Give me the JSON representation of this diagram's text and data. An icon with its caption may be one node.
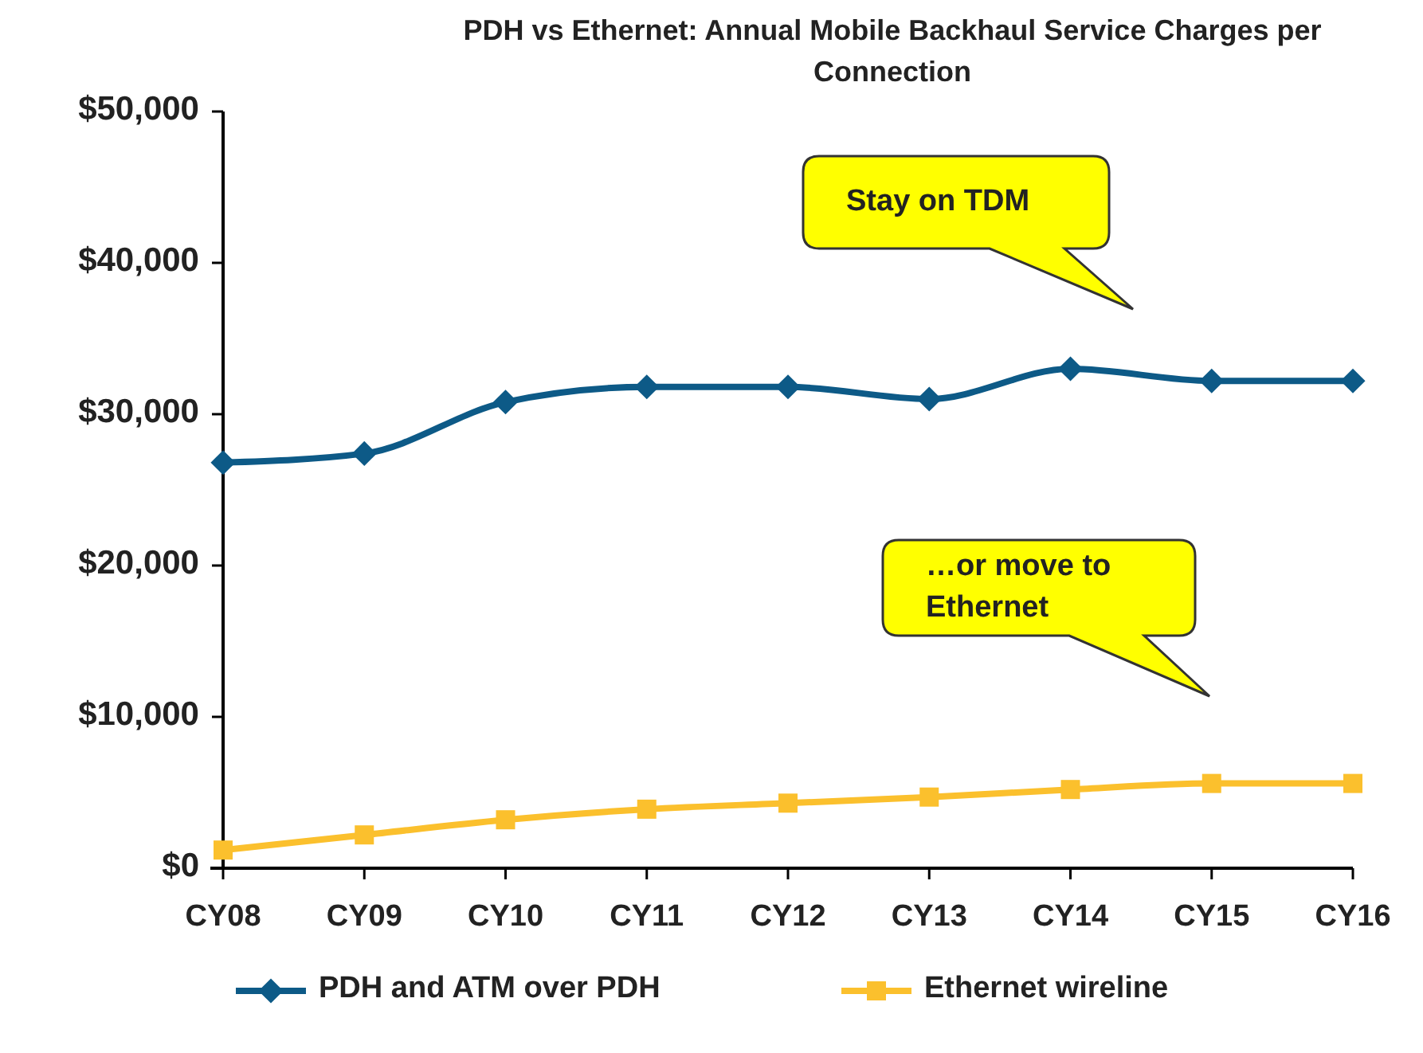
{
  "diagram": {
    "nodes": [
      {
        "text": [
          "Stay on TDM"
        ]
      },
      {
        "text": [
          "…or move to Ethernet"
        ]
      }
    ],
    "chart_data": {
      "type": "line",
      "title": "PDH vs Ethernet: Annual Mobile Backhaul Service Charges per Connection",
      "categories": [
        "CY08",
        "CY09",
        "CY10",
        "CY11",
        "CY12",
        "CY13",
        "CY14",
        "CY15",
        "CY16"
      ],
      "series": [
        {
          "name": "PDH and ATM over PDH",
          "color": "#0d5a87",
          "marker": "diamond",
          "values": [
            26800,
            27400,
            30800,
            31800,
            31800,
            31000,
            33000,
            32200,
            32200
          ]
        },
        {
          "name": "Ethernet wireline",
          "color": "#fbc02d",
          "marker": "square",
          "values": [
            1200,
            2200,
            3200,
            3900,
            4300,
            4700,
            5200,
            5600,
            5600
          ]
        }
      ],
      "legend": "bottom",
      "ylim": [
        0,
        50000
      ],
      "yticks": [
        {
          "value": 0,
          "label": "$0"
        },
        {
          "value": 10000,
          "label": "$10,000"
        },
        {
          "value": 20000,
          "label": "$20,000"
        },
        {
          "value": 30000,
          "label": "$30,000"
        },
        {
          "value": 40000,
          "label": "$40,000"
        },
        {
          "value": 50000,
          "label": "$50,000"
        }
      ]
    }
  }
}
